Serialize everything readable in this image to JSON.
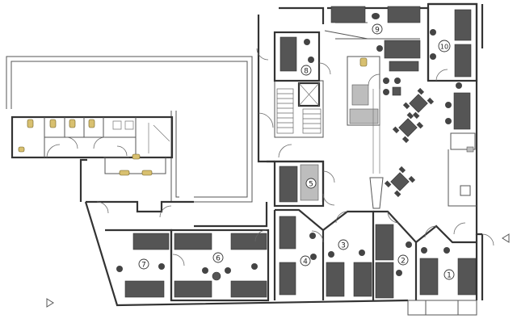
{
  "rooms": [
    {
      "id": "r1",
      "label": "1"
    },
    {
      "id": "r2",
      "label": "2"
    },
    {
      "id": "r3",
      "label": "3"
    },
    {
      "id": "r4",
      "label": "4"
    },
    {
      "id": "r5",
      "label": "5"
    },
    {
      "id": "r6",
      "label": "6"
    },
    {
      "id": "r7",
      "label": "7"
    },
    {
      "id": "r8",
      "label": "8"
    },
    {
      "id": "r9",
      "label": "9"
    },
    {
      "id": "r10",
      "label": "10"
    }
  ]
}
